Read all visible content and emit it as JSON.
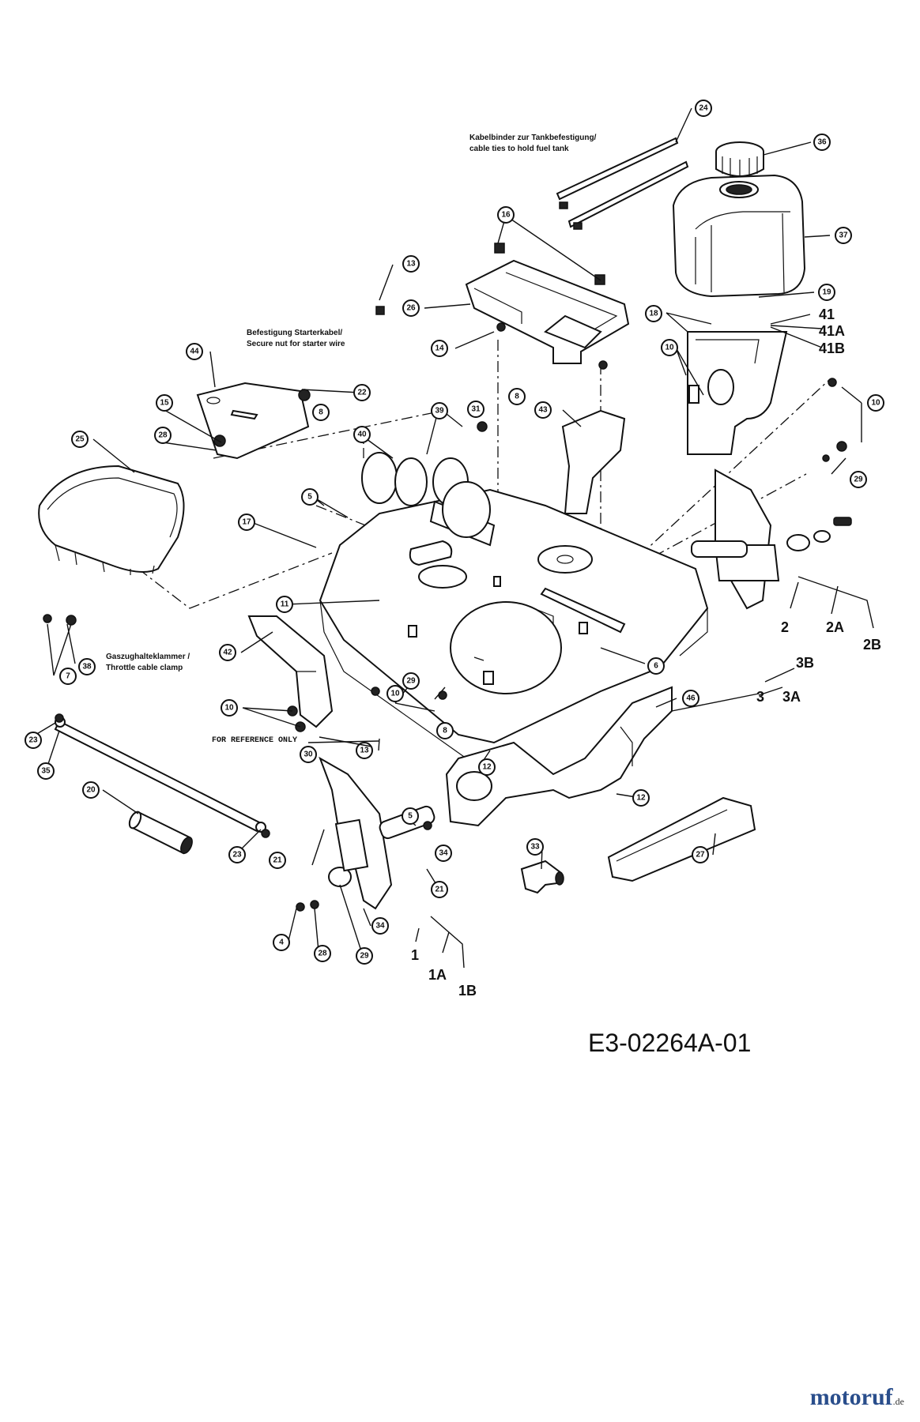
{
  "notes": {
    "cable_ties_de": "Kabelbinder zur Tankbefestigung/",
    "cable_ties_en": "cable ties to hold fuel tank",
    "starter_de": "Befestigung Starterkabel/",
    "starter_en": "Secure nut for starter wire",
    "throttle_de": "Gaszughalteklammer /",
    "throttle_en": "Throttle cable clamp",
    "reference": "FOR REFERENCE ONLY"
  },
  "drawing_id": "E3-02264A-01",
  "brand": {
    "name": "motoruf",
    "suffix": ".de",
    "color": "#2a4e8c"
  },
  "callouts": [
    "24",
    "36",
    "37",
    "16",
    "13",
    "26",
    "19",
    "18",
    "41",
    "41A",
    "41B",
    "14",
    "10",
    "44",
    "22",
    "8",
    "31",
    "43",
    "15",
    "28",
    "39",
    "40",
    "25",
    "5",
    "17",
    "29",
    "10",
    "2",
    "2A",
    "2B",
    "3B",
    "3A",
    "3",
    "11",
    "42",
    "46",
    "6",
    "7",
    "38",
    "10",
    "29",
    "10",
    "13",
    "FOR REFERENCE ONLY",
    "23",
    "35",
    "30",
    "12",
    "12",
    "20",
    "5",
    "33",
    "27",
    "23",
    "21",
    "34",
    "21",
    "4",
    "28",
    "29",
    "34",
    "1",
    "1A",
    "1B"
  ],
  "plain_labels": [
    "41",
    "41A",
    "41B",
    "2",
    "2A",
    "2B",
    "3B",
    "3A",
    "3",
    "1",
    "1A",
    "1B"
  ]
}
